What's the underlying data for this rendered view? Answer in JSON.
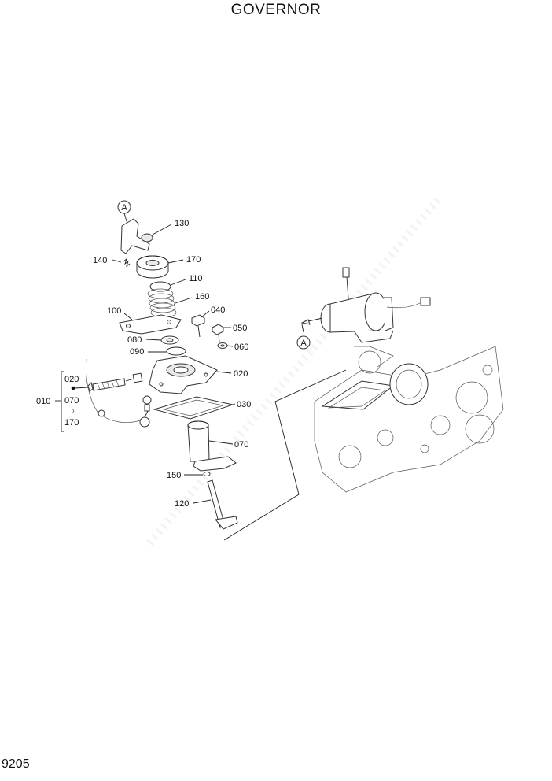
{
  "page": {
    "title": "GOVERNOR",
    "page_number": "9205"
  },
  "callouts": {
    "ref_a_top": "A",
    "ref_a_right": "A",
    "p130": "130",
    "p140": "140",
    "p170_top": "170",
    "p110": "110",
    "p160": "160",
    "p100": "100",
    "p040": "040",
    "p050": "050",
    "p080": "080",
    "p090": "090",
    "p060": "060",
    "p020_right": "020",
    "p020_left": "020",
    "p010": "010",
    "p070_left": "070",
    "p170_left": "170",
    "p030": "030",
    "p070_right": "070",
    "p150": "150",
    "p120": "120"
  }
}
